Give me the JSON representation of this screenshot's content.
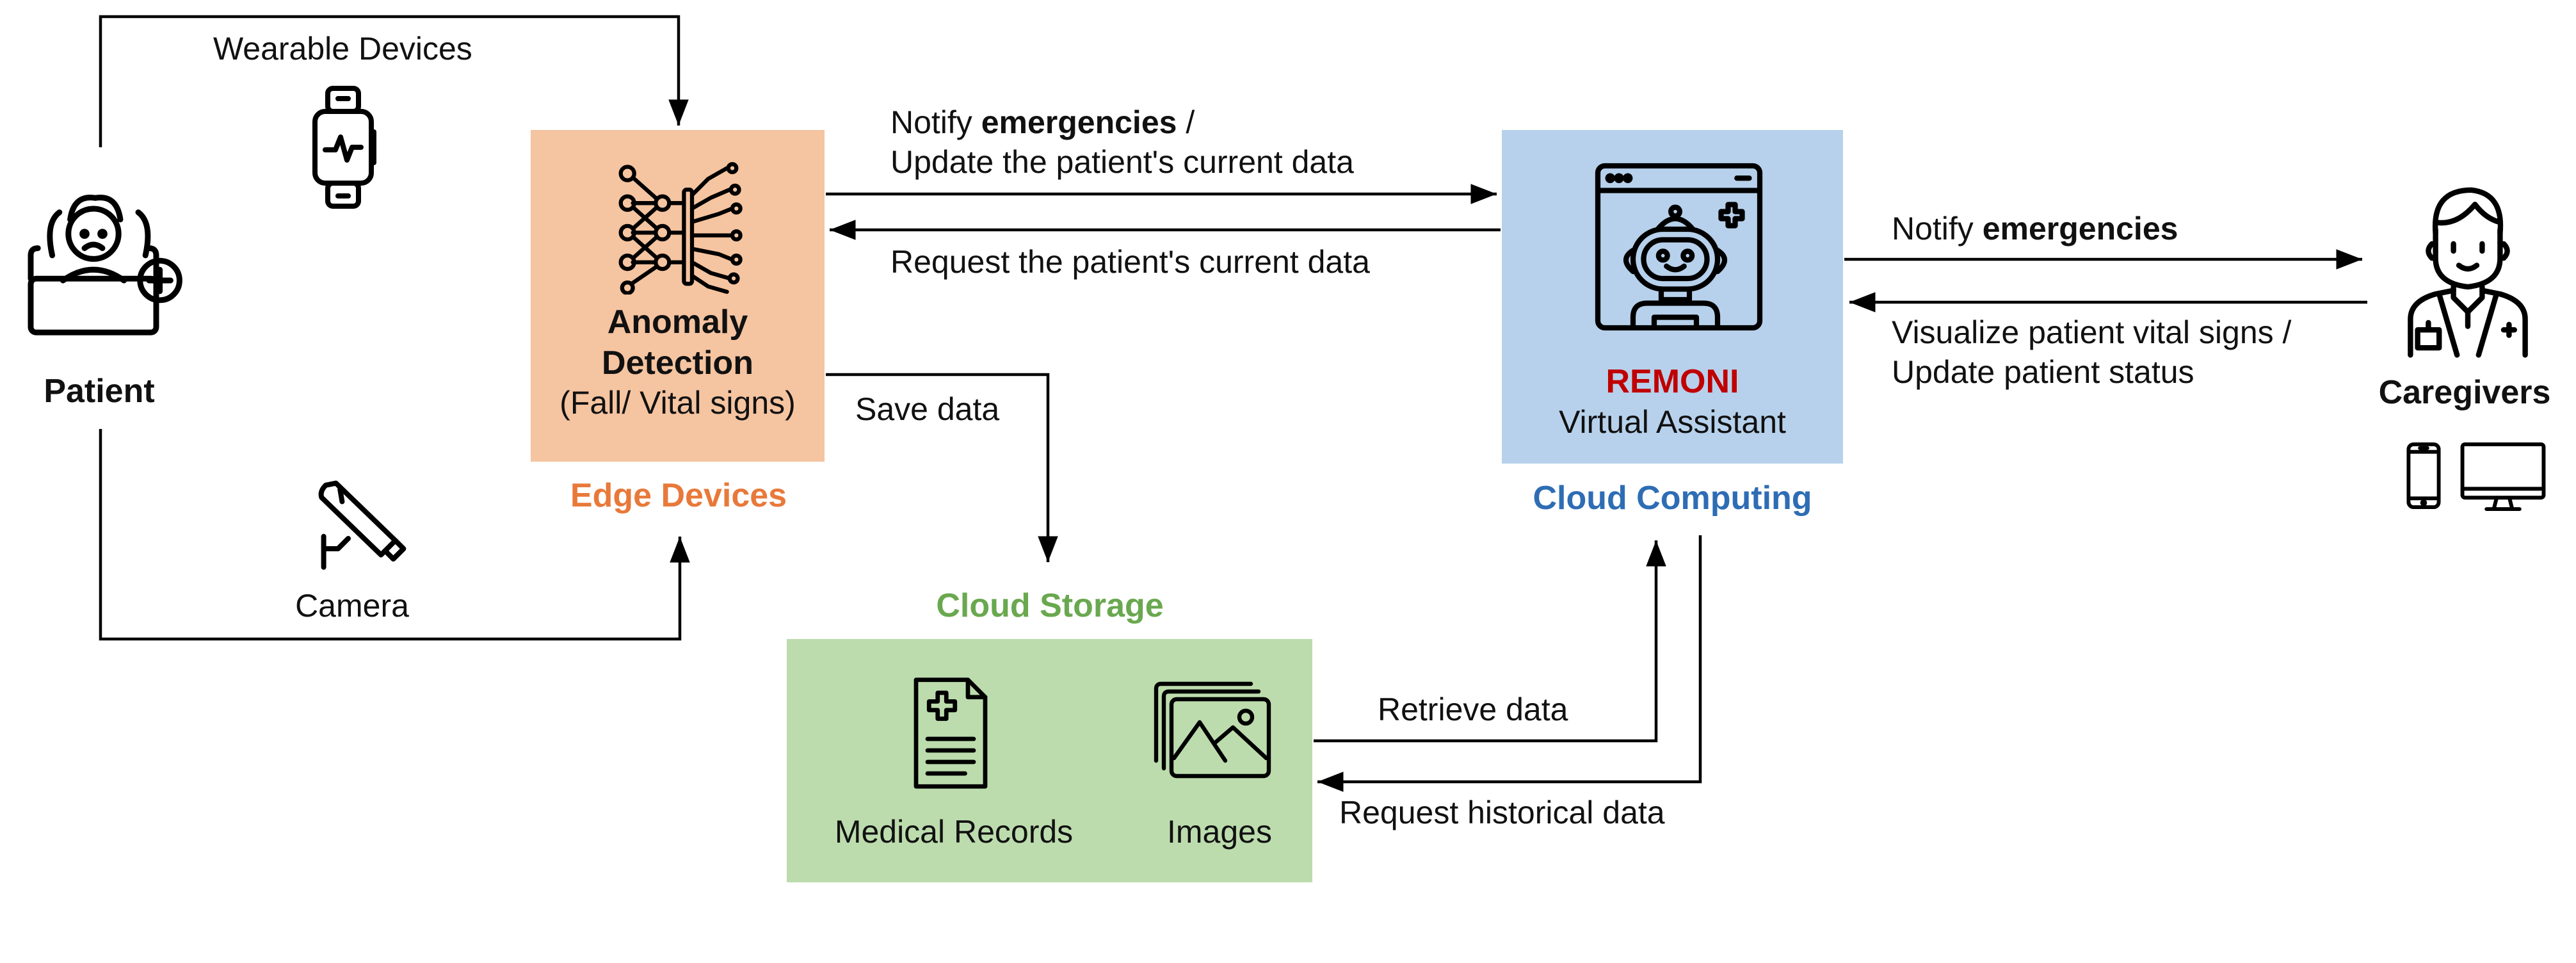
{
  "nodes": {
    "patient": {
      "label": "Patient"
    },
    "wearable": {
      "label": "Wearable Devices",
      "icon": "smartwatch-heartbeat-icon"
    },
    "camera": {
      "label": "Camera",
      "icon": "security-camera-icon"
    },
    "edge": {
      "title_line1": "Anomaly",
      "title_line2": "Detection",
      "subtitle": "(Fall/ Vital signs)",
      "caption": "Edge Devices",
      "icon": "neural-network-icon",
      "fill": "#f5c4a0",
      "caption_color": "#e8793a"
    },
    "cloud_computing": {
      "title": "REMONI",
      "subtitle": "Virtual Assistant",
      "caption": "Cloud Computing",
      "icon": "robot-assistant-icon",
      "fill": "#b7d1ec",
      "title_color": "#c00000",
      "caption_color": "#2e6db4"
    },
    "cloud_storage": {
      "caption": "Cloud Storage",
      "fill": "#bcdcad",
      "caption_color": "#6aa84f",
      "items": [
        {
          "label": "Medical Records",
          "icon": "medical-record-icon"
        },
        {
          "label": "Images",
          "icon": "image-gallery-icon"
        }
      ]
    },
    "caregivers": {
      "label": "Caregivers",
      "devices": [
        "smartphone-icon",
        "monitor-icon"
      ]
    }
  },
  "edges": {
    "edge_to_cloud": {
      "prefix": "Notify ",
      "bold": "emergencies",
      "suffix": " /",
      "line2": "Update the patient's current data"
    },
    "cloud_to_edge": {
      "label": "Request the patient's current data"
    },
    "edge_to_storage": {
      "label": "Save data"
    },
    "cloud_to_caregivers": {
      "prefix": "Notify ",
      "bold": "emergencies"
    },
    "caregivers_to_cloud": {
      "line1": "Visualize patient vital signs /",
      "line2": "Update patient status"
    },
    "storage_to_cloud": {
      "label": "Retrieve data"
    },
    "cloud_to_storage": {
      "label": "Request historical data"
    }
  }
}
